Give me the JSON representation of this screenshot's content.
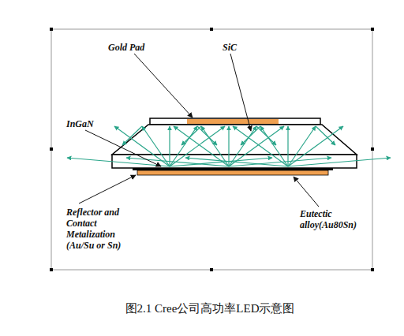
{
  "diagram": {
    "caption": "图2.1 Cree公司高功率LED示意图",
    "labels": [
      "Gold Pad",
      "SiC",
      "InGaN",
      "Reflector and Contact Metalization (Au/Su or Sn)",
      "Eutectic alloy(Au80Sn)"
    ]
  }
}
